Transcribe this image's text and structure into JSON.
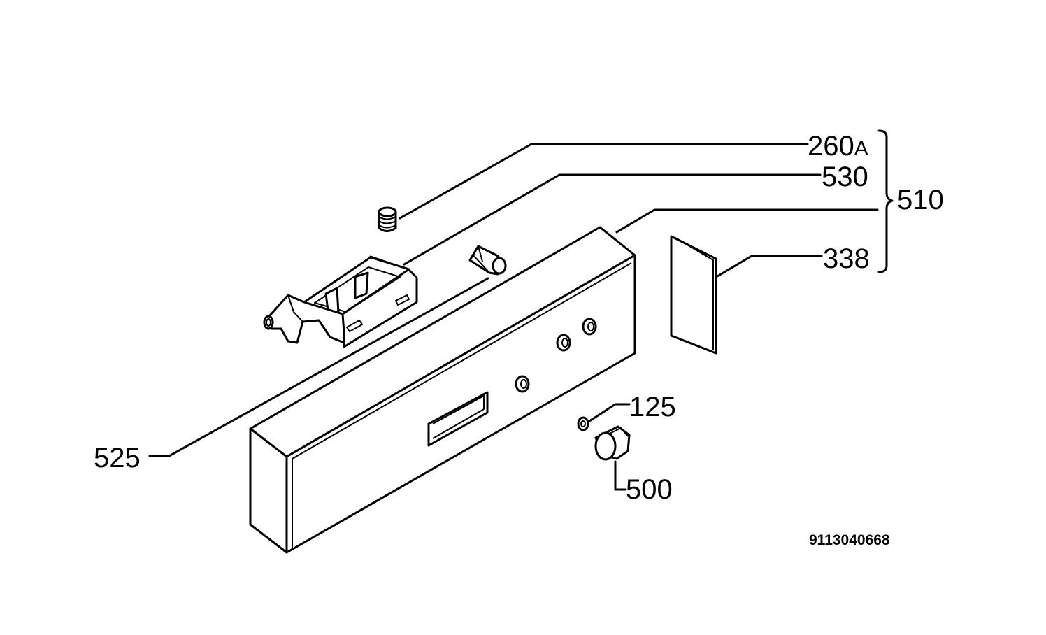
{
  "labels": {
    "p260": "260",
    "p260_suffix": "A",
    "p530": "530",
    "p510": "510",
    "p338": "338",
    "p125": "125",
    "p525": "525",
    "p500": "500"
  },
  "drawing_number": "9113040668"
}
